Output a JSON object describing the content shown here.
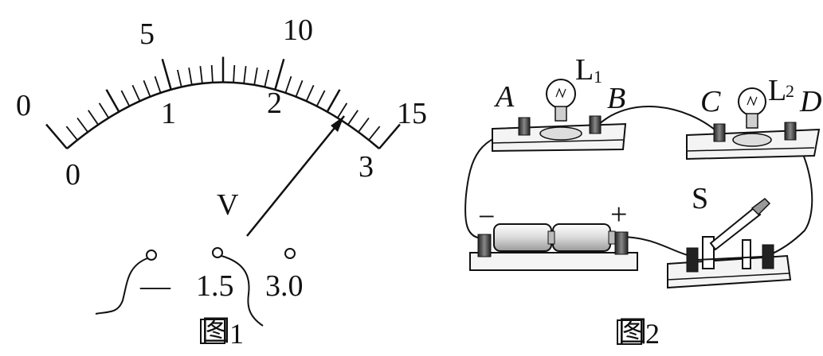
{
  "figure1": {
    "outer_scale": [
      "0",
      "5",
      "10",
      "15"
    ],
    "inner_scale": [
      "0",
      "1",
      "2",
      "3"
    ],
    "meter_symbol": "V",
    "terminals": [
      "—",
      "1.5",
      "3.0"
    ],
    "caption_icon": "图",
    "caption_num": "1"
  },
  "figure2": {
    "labels": {
      "A": "A",
      "B": "B",
      "C": "C",
      "D": "D",
      "S": "S"
    },
    "lamp1": {
      "letter": "L",
      "sub": "1"
    },
    "lamp2": {
      "letter": "L",
      "sub": "2"
    },
    "battery_neg": "−",
    "battery_pos": "+",
    "caption_icon": "图",
    "caption_num": "2"
  },
  "icons": [
    "voltmeter-scale",
    "bulb-icon",
    "battery-icon",
    "switch-icon"
  ],
  "colors": {
    "ink": "#111111",
    "board": "#f4f4f4",
    "battery": "#eaeaea"
  }
}
